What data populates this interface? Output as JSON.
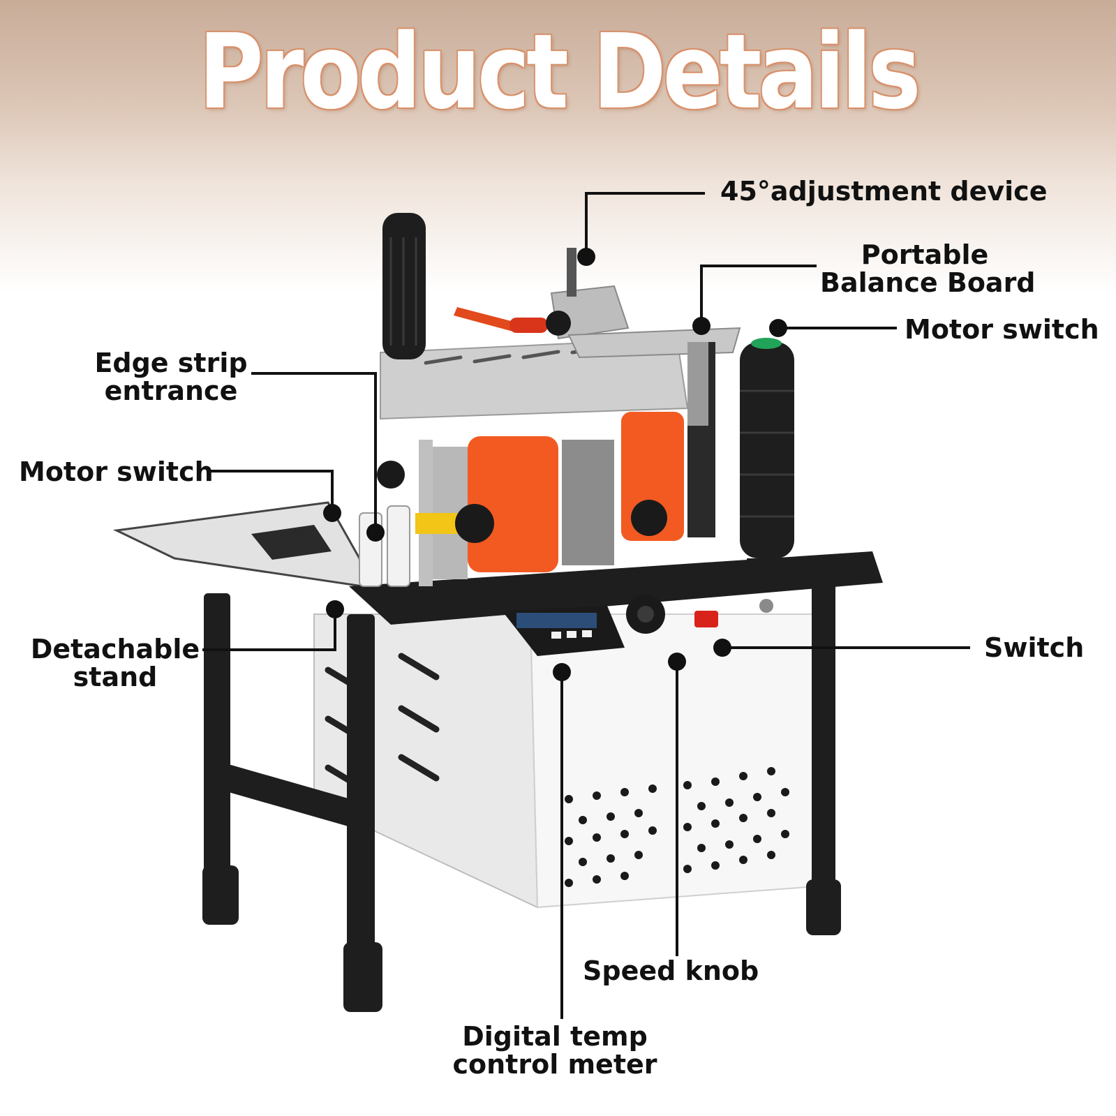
{
  "title": "Product Details",
  "labels": {
    "adjustment_45": "45°adjustment device",
    "balance_board_1": "Portable",
    "balance_board_2": "Balance Board",
    "motor_switch_right": "Motor switch",
    "edge_strip_1": "Edge strip",
    "edge_strip_2": "entrance",
    "motor_switch_left": "Motor switch",
    "detachable_1": "Detachable",
    "detachable_2": "stand",
    "switch": "Switch",
    "speed_knob": "Speed knob",
    "digital_1": "Digital temp",
    "digital_2": "control meter"
  },
  "colors": {
    "header_gradient_top": "#c8ac98",
    "title_outline": "#d9906a",
    "motor_orange": "#f25a22",
    "body_silver": "#c9c9c9",
    "frame_black": "#1e1e1e"
  }
}
